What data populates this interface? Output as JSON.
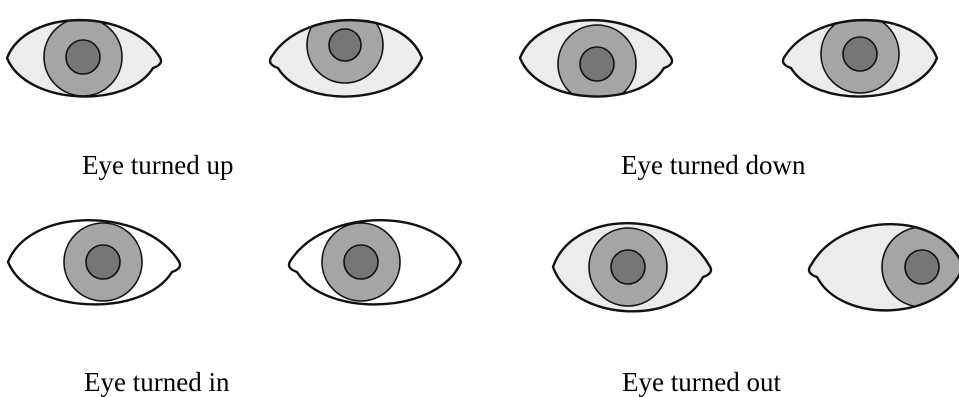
{
  "colors": {
    "outline": "#111111",
    "sclera_tinted": "#ececec",
    "sclera_white": "#ffffff",
    "iris": "#a5a5a5",
    "pupil": "#767676"
  },
  "captions": {
    "up": "Eye turned up",
    "down": "Eye turned down",
    "in": "Eye turned in",
    "out": "Eye turned out"
  },
  "eyes": [
    {
      "id": "up-left",
      "group": "up",
      "sclera": "tinted",
      "shape": "left"
    },
    {
      "id": "up-right",
      "group": "up",
      "sclera": "tinted",
      "shape": "right"
    },
    {
      "id": "down-left",
      "group": "down",
      "sclera": "tinted",
      "shape": "left"
    },
    {
      "id": "down-right",
      "group": "down",
      "sclera": "tinted",
      "shape": "right"
    },
    {
      "id": "in-left",
      "group": "in",
      "sclera": "white",
      "shape": "left"
    },
    {
      "id": "in-right",
      "group": "in",
      "sclera": "white",
      "shape": "right"
    },
    {
      "id": "out-left",
      "group": "out",
      "sclera": "tinted",
      "shape": "left"
    },
    {
      "id": "out-right",
      "group": "out",
      "sclera": "tinted",
      "shape": "right"
    }
  ]
}
